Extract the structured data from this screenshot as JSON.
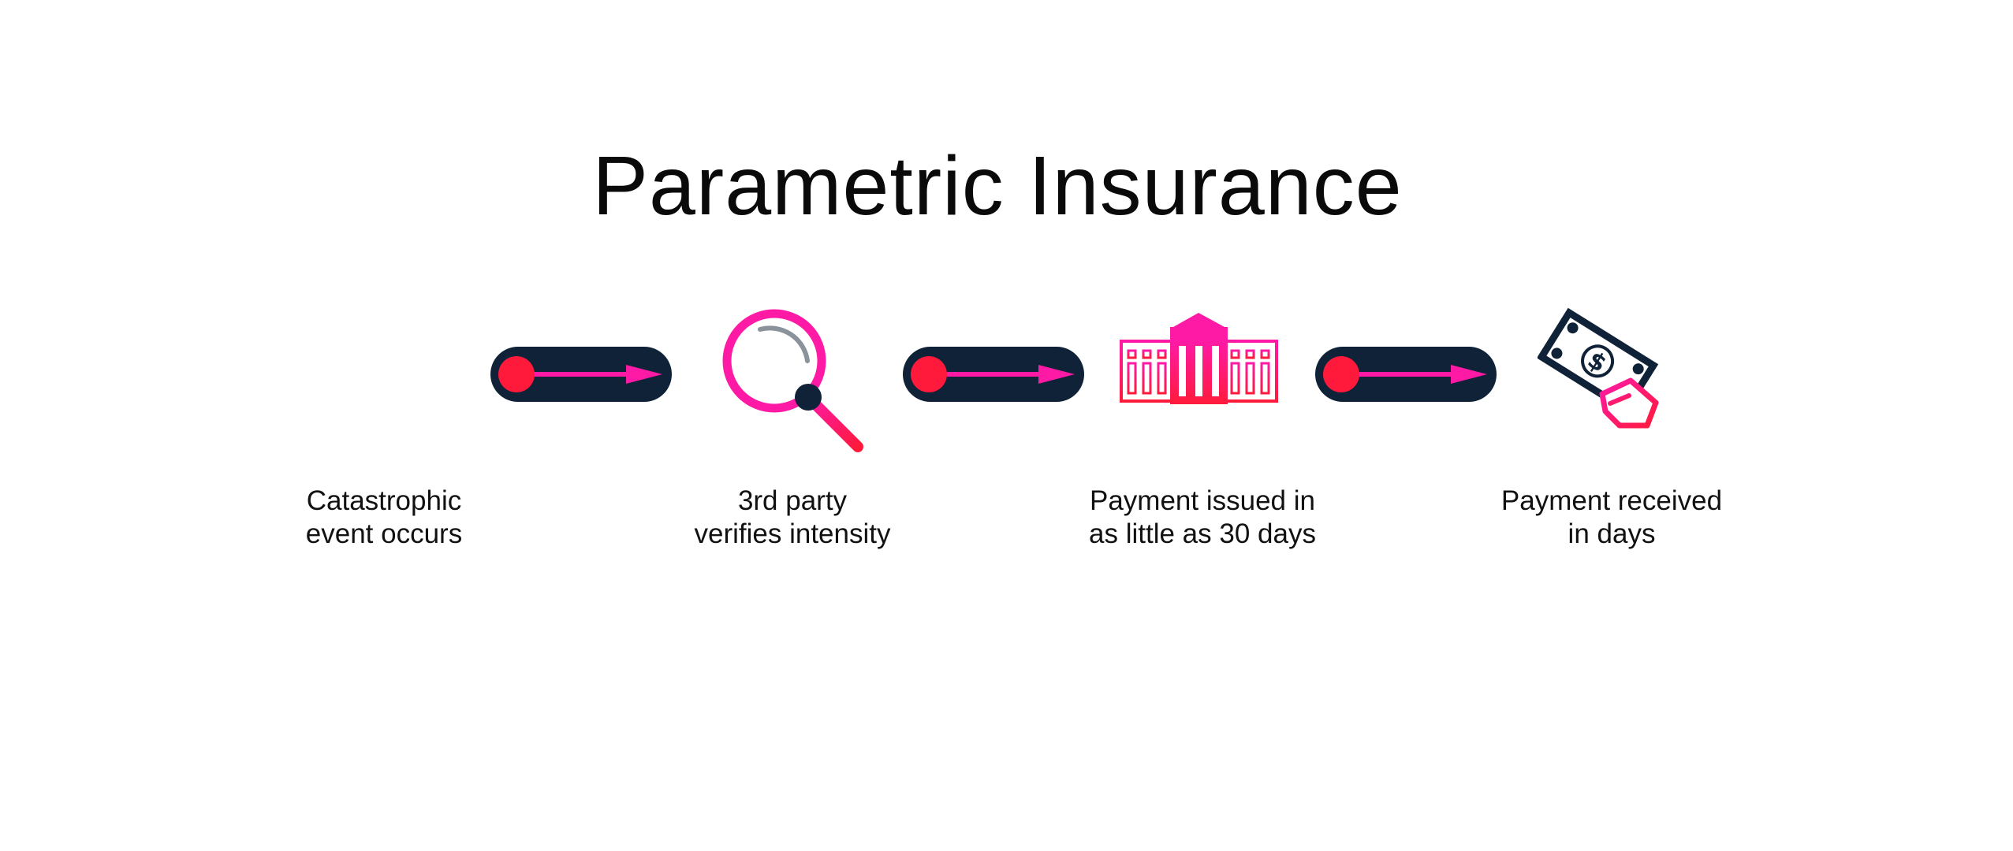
{
  "title": "Parametric Insurance",
  "colors": {
    "navy": "#0f2238",
    "pink": "#ff1aa6",
    "red": "#ff1a3c",
    "gray": "#8a939b"
  },
  "icons": [
    "tornado-icon",
    "magnifying-glass-icon",
    "bank-building-icon",
    "cash-in-hand-icon",
    "arrow-connector-icon"
  ],
  "steps": [
    {
      "line1": "Catastrophic",
      "line2": "event occurs"
    },
    {
      "line1": "3rd party",
      "line2": "verifies intensity"
    },
    {
      "line1": "Payment issued in",
      "line2": "as little as 30 days"
    },
    {
      "line1": "Payment received",
      "line2": "in days"
    }
  ]
}
